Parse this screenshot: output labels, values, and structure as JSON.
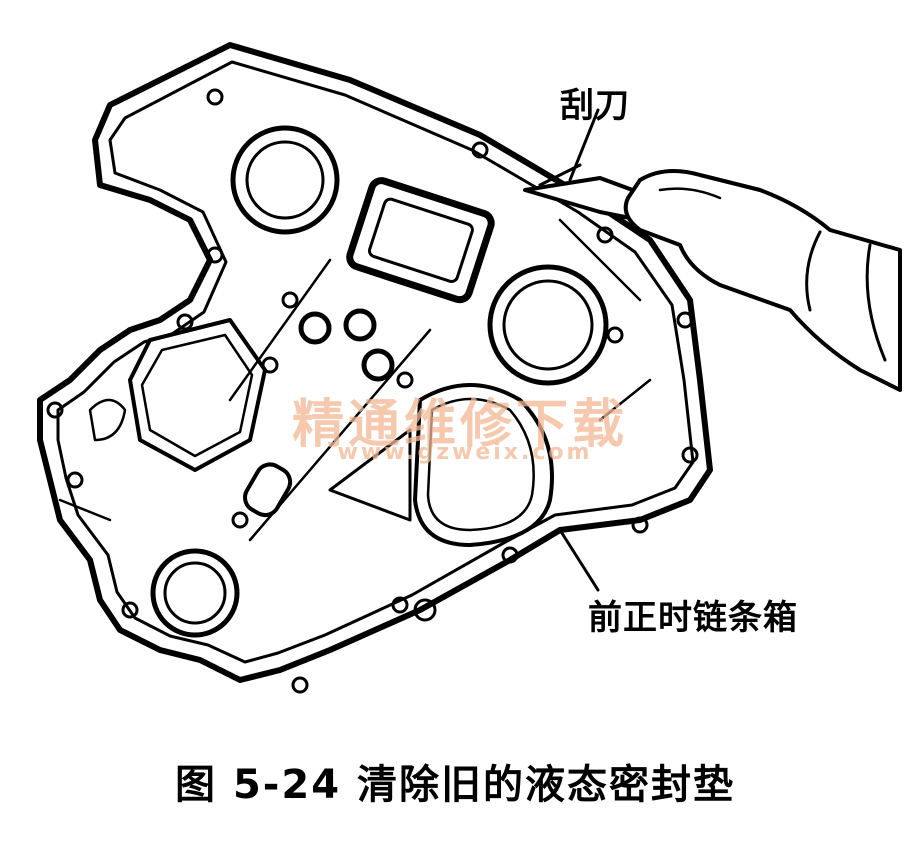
{
  "labels": {
    "scraper": "刮刀",
    "timing_chain_cover": "前正时链条箱"
  },
  "watermark": {
    "brand": "精通维修下载",
    "url": "www.gzweix.com"
  },
  "caption": "图 5-24   清除旧的液态密封垫"
}
